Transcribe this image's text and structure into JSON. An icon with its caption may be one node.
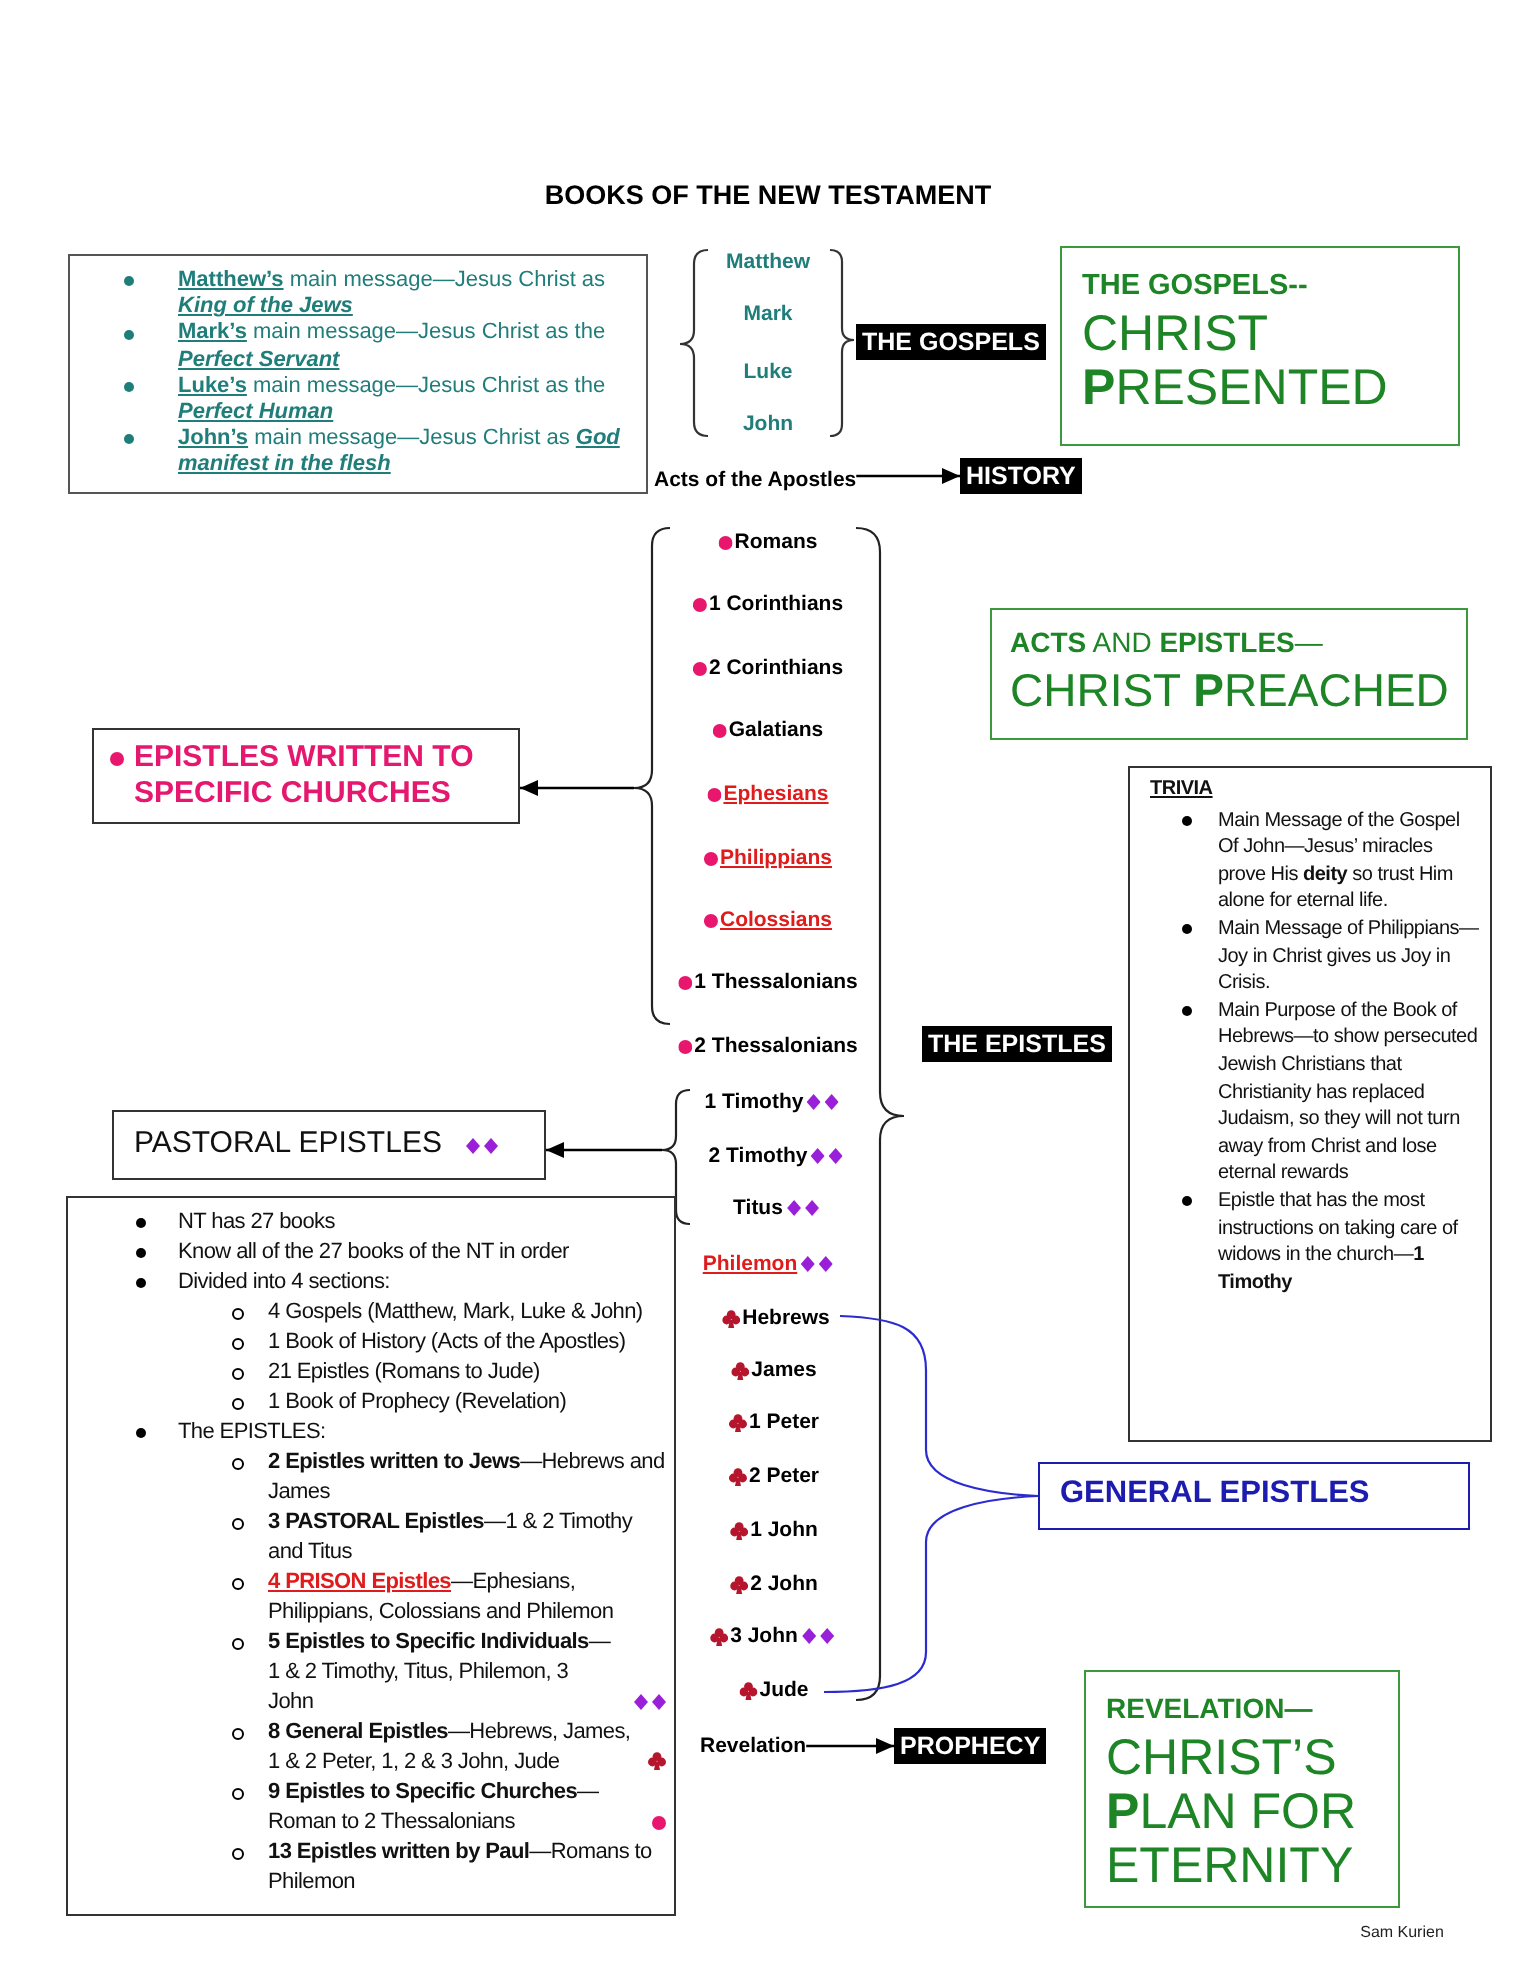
{
  "diagram": {
    "title": "BOOKS OF THE NEW TESTAMENT",
    "nodes": [
      {
        "text": [
          "**Matthew’s** main message—Jesus Christ as *King of the Jews*",
          "**Mark’s** main message—Jesus Christ as the *Perfect Servant*",
          "**Luke’s** main message—Jesus Christ as the *Perfect Human*",
          "**John’s** main message—Jesus Christ as *God manifest in the flesh*"
        ]
      },
      {
        "text": [
          "THE GOSPELS"
        ]
      },
      {
        "text": [
          "THE GOSPELS--",
          "CHRIST **P**RESENTED"
        ]
      },
      {
        "text": [
          "Acts of the Apostles"
        ]
      },
      {
        "text": [
          "HISTORY"
        ]
      },
      {
        "text": [
          "**ACTS** AND **EPISTLES**—",
          "CHRIST **P**REACHED"
        ]
      },
      {
        "text": [
          "EPISTLES WRITTEN TO SPECIFIC CHURCHES"
        ]
      },
      {
        "text": [
          "TRIVIA",
          "Main Message of the Gospel Of John—Jesus’ miracles prove His **deity** so trust Him alone for eternal life.",
          "Main Message of Philippians—Joy in Christ gives us Joy in Crisis.",
          "Main Purpose of the Book of Hebrews—to show persecuted Jewish Christians that Christianity has replaced Judaism, so they will not turn away from Christ and lose eternal rewards",
          "Epistle that has the most instructions on taking care of widows in the church—**1 Timothy**"
        ]
      },
      {
        "text": [
          "THE EPISTLES"
        ]
      },
      {
        "text": [
          "PASTORAL EPISTLES"
        ]
      },
      {
        "text": [
          "NT has 27 books",
          "Know all of the 27 books of the NT in order",
          "Divided into 4 sections:",
          "4 Gospels (Matthew, Mark, Luke & John)",
          "1 Book of History (Acts of the Apostles)",
          "21 Epistles (Romans to Jude)",
          "1 Book of Prophecy (Revelation)",
          "The EPISTLES:",
          "**2 Epistles written to Jews**—Hebrews and James",
          "**3 PASTORAL Epistles**—1 & 2 Timothy and Titus",
          "**4 PRISON Epistles**—Ephesians, Philippians, Colossians and Philemon",
          "**5 Epistles to Specific Individuals**—1 & 2 Timothy, Titus, Philemon, 3 John",
          "**8 General Epistles**—Hebrews, James, 1 & 2 Peter, 1, 2 & 3 John, Jude",
          "**9 Epistles to Specific Churches**—Roman to 2 Thessalonians",
          "**13 Epistles written by Paul**—Romans to Philemon"
        ]
      },
      {
        "text": [
          "GENERAL EPISTLES"
        ]
      },
      {
        "text": [
          "Revelation"
        ]
      },
      {
        "text": [
          "PROPHECY"
        ]
      },
      {
        "text": [
          "REVELATION—",
          "CHRIST’S **P**LAN FOR ETERNITY"
        ]
      },
      {
        "text": [],
        "shape": "brace"
      },
      {
        "text": [],
        "shape": "brace"
      }
    ],
    "edges": [
      {
        "from": 3,
        "to": 4,
        "arrow": "to"
      },
      {
        "from": 15,
        "to": 6,
        "arrow": "to"
      },
      {
        "from": 16,
        "to": 9,
        "arrow": "to"
      },
      {
        "from": 12,
        "to": 13,
        "arrow": "to"
      }
    ],
    "labels": [
      "Matthew",
      "Mark",
      "Luke",
      "John",
      "Romans",
      "1 Corinthians",
      "2 Corinthians",
      "Galatians",
      "Ephesians",
      "Philippians",
      "Colossians",
      "1 Thessalonians",
      "2 Thessalonians",
      "1 Timothy",
      "2 Timothy",
      "Titus",
      "Philemon",
      "Hebrews",
      "James",
      "1 Peter",
      "2 Peter",
      "1 John",
      "2 John",
      "3 John",
      "Jude",
      "Sam Kurien"
    ]
  }
}
